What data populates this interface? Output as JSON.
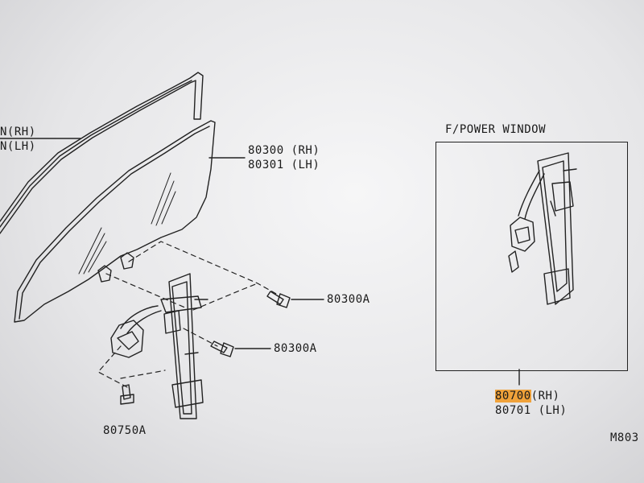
{
  "labels": {
    "frame_title": "F/POWER WINDOW",
    "sash_rh": "N(RH)",
    "sash_lh": "N(LH)",
    "glass_rh": "80300 (RH)",
    "glass_lh": "80301 (LH)",
    "bolt_upper": "80300A",
    "bolt_lower": "80300A",
    "bolt_regulator": "80750A",
    "regulator_rh_part": "80700",
    "regulator_rh_side": "(RH)",
    "regulator_lh": "80701 (LH)",
    "ref_code": "M803"
  },
  "colors": {
    "line": "#222222",
    "highlight": "#f0a23a"
  }
}
